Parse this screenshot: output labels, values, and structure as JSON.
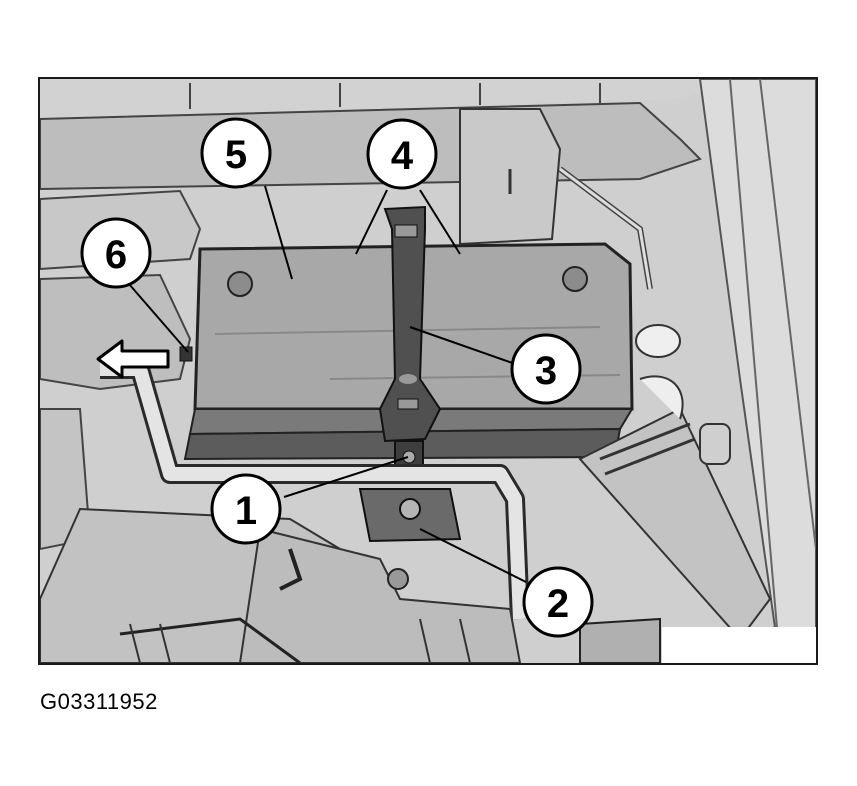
{
  "callouts": {
    "c1": "1",
    "c2": "2",
    "c3": "3",
    "c4": "4",
    "c5": "5",
    "c6": "6"
  },
  "figure_code": "G03311952",
  "icons": {
    "direction_arrow": "left-arrow-icon"
  }
}
